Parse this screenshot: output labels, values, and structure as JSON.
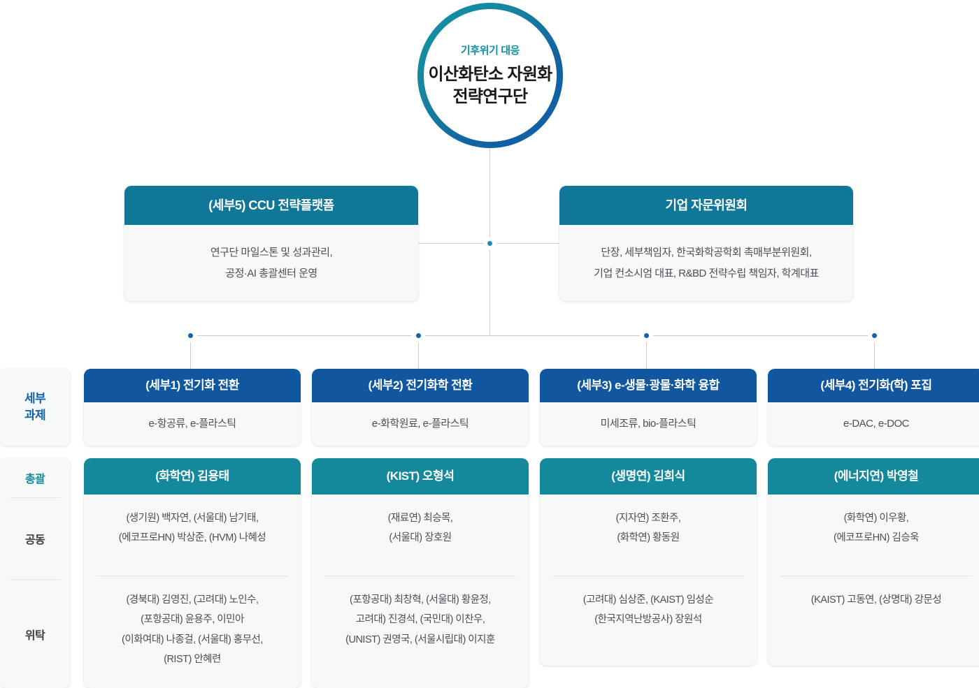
{
  "root": {
    "eyebrow": "기후위기 대응",
    "title_line1": "이산화탄소 자원화",
    "title_line2": "전략연구단"
  },
  "support_units": [
    {
      "name": "ccu-strategy-platform",
      "title": "(세부5) CCU 전략플랫폼",
      "body_line1": "연구단 마일스톤 및 성과관리,",
      "body_line2": "공정·AI 총괄센터 운영"
    },
    {
      "name": "corporate-advisory-committee",
      "title": "기업 자문위원회",
      "body_line1": "단장, 세부책임자, 한국화학공학회 촉매부분위원회,",
      "body_line2": "기업 컨소시엄 대표, R&BD 전략수립 책임자, 학계대표"
    }
  ],
  "rail": {
    "task_label_line1": "세부",
    "task_label_line2": "과제",
    "people_labels": [
      "총괄",
      "공동",
      "위탁"
    ]
  },
  "columns": [
    {
      "task_title": "(세부1) 전기화 전환",
      "task_body": "e-항공류, e-플라스틱",
      "lead": "(화학연) 김용태",
      "joint": [
        "(생기원) 백자연, (서울대) 남기태,",
        "(에코프로HN) 박상준, (HVM) 나혜성"
      ],
      "consigned": [
        "(경북대) 김영진, (고려대) 노인수,",
        "(포항공대) 윤용주, 이민아",
        "(이화여대) 나종걸, (서울대) 홍무선,",
        "(RIST) 안혜련"
      ]
    },
    {
      "task_title": "(세부2) 전기화학 전환",
      "task_body": "e-화학원료, e-플라스틱",
      "lead": "(KIST) 오형석",
      "joint": [
        "(재료연) 최승목,",
        "(서울대) 장호원"
      ],
      "consigned": [
        "(포항공대) 최창혁, (서울대) 황윤정,",
        "고려대) 진경석, (국민대) 이찬우,",
        "(UNIST) 권영국, (서울시립대) 이지훈"
      ]
    },
    {
      "task_title": "(세부3) e-생물·광물·화학 융합",
      "task_body": "미세조류, bio-플라스틱",
      "lead": "(생명연) 김희식",
      "joint": [
        "(지자연) 조환주,",
        "(화학연) 황동원"
      ],
      "consigned": [
        "(고려대) 심상준, (KAIST) 임성순",
        "(한국지역난방공사) 장원석"
      ]
    },
    {
      "task_title": "(세부4) 전기화(학) 포집",
      "task_body": "e-DAC, e-DOC",
      "lead": "(에너지연) 박영철",
      "joint": [
        "(화학연) 이우황,",
        "(에코프로HN) 김승욱"
      ],
      "consigned": [
        "(KAIST) 고동연, (상명대) 강문성"
      ]
    }
  ],
  "colors": {
    "root_ring_start": "#0e93a8",
    "root_ring_end": "#0d5fad",
    "support_header": "#107799",
    "task_header": "#10579f",
    "people_header": "#15899c",
    "connector_line": "#c9ccd1",
    "dot_teal": "#1590a6",
    "dot_blue": "#1163b0",
    "card_bg": "#f7f8f8"
  }
}
